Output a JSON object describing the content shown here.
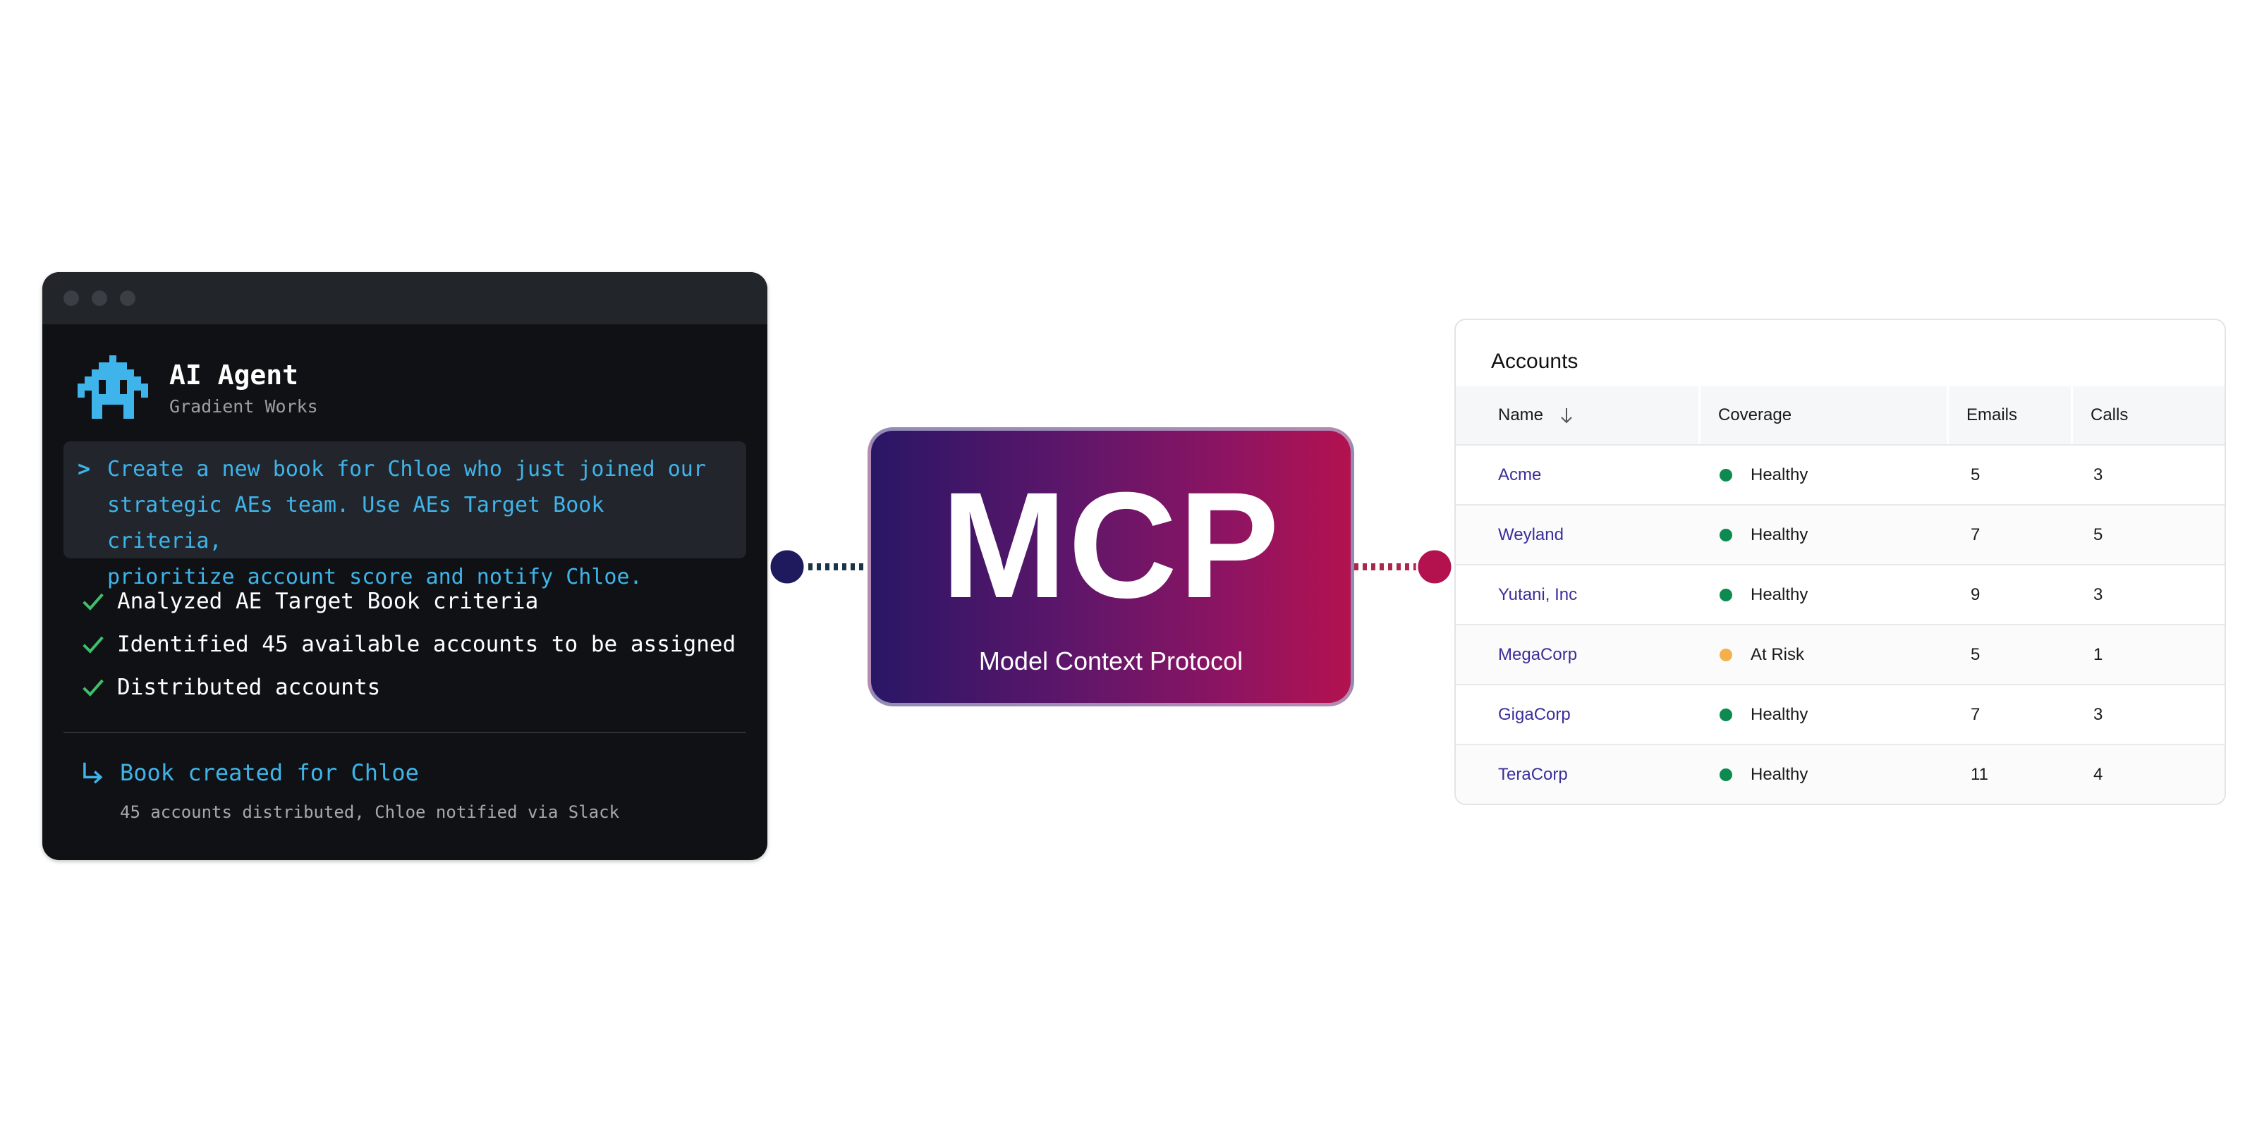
{
  "agent": {
    "title": "AI Agent",
    "subtitle": "Gradient Works",
    "prompt_caret": ">",
    "prompt": "Create a new book for Chloe who just joined our\nstrategic AEs team. Use AEs Target Book criteria,\nprioritize account score and notify Chloe.",
    "steps": [
      "Analyzed AE Target Book criteria",
      "Identified 45 available accounts to be assigned",
      "Distributed accounts"
    ],
    "result_title": "Book created for Chloe",
    "result_subtitle": "45 accounts distributed, Chloe notified via Slack",
    "icon": "robot-icon",
    "accent_color": "#3fb4ea",
    "check_color": "#3fbf6b"
  },
  "mcp": {
    "title": "MCP",
    "subtitle": "Model Context Protocol",
    "gradient_start": "#2a1666",
    "gradient_end": "#b3124f"
  },
  "accounts": {
    "title": "Accounts",
    "columns": [
      "Name",
      "Coverage",
      "Emails",
      "Calls"
    ],
    "sort_icon": "arrow-down-icon",
    "rows": [
      {
        "name": "Acme",
        "coverage": "Healthy",
        "emails": "5",
        "calls": "3",
        "status_color": "#0c8a4f"
      },
      {
        "name": "Weyland",
        "coverage": "Healthy",
        "emails": "7",
        "calls": "5",
        "status_color": "#0c8a4f"
      },
      {
        "name": "Yutani, Inc",
        "coverage": "Healthy",
        "emails": "9",
        "calls": "3",
        "status_color": "#0c8a4f"
      },
      {
        "name": "MegaCorp",
        "coverage": "At Risk",
        "emails": "5",
        "calls": "1",
        "status_color": "#f5b04e"
      },
      {
        "name": "GigaCorp",
        "coverage": "Healthy",
        "emails": "7",
        "calls": "3",
        "status_color": "#0c8a4f"
      },
      {
        "name": "TeraCorp",
        "coverage": "Healthy",
        "emails": "11",
        "calls": "4",
        "status_color": "#0c8a4f"
      }
    ]
  }
}
